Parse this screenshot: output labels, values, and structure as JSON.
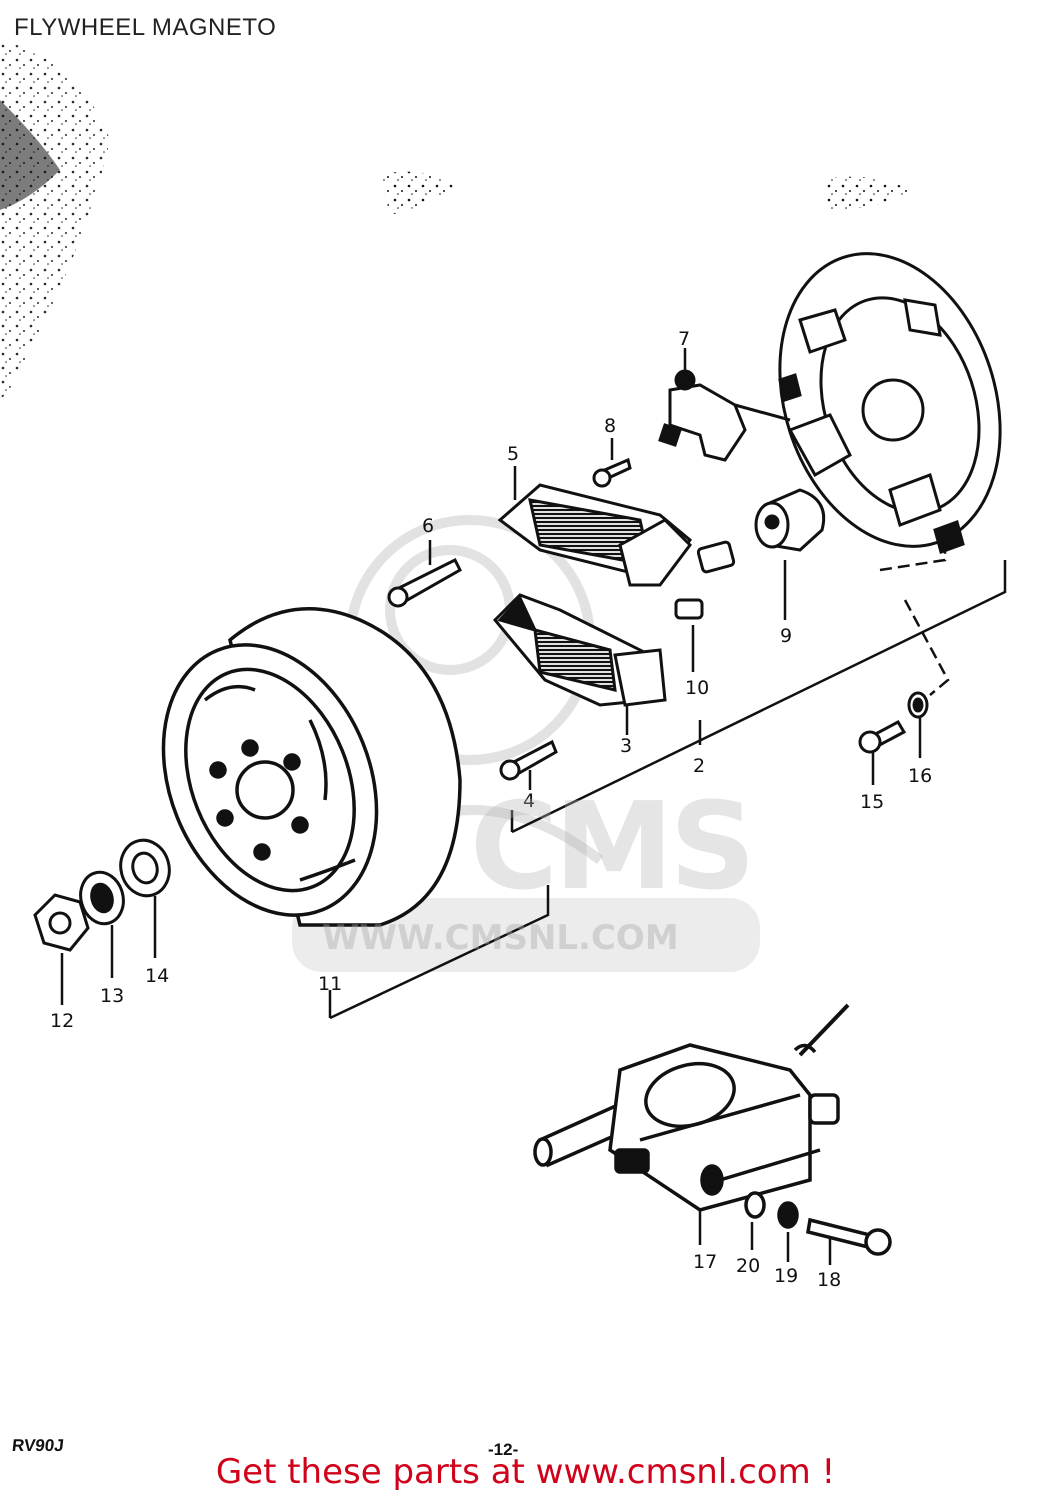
{
  "title": "FLYWHEEL MAGNETO",
  "model_code": "RV90J",
  "page_number": "-12-",
  "cta_text": "Get these parts at www.cmsnl.com !",
  "watermark": {
    "logo": "CMS",
    "url": "WWW.CMSNL.COM"
  },
  "part_labels": {
    "p2": "2",
    "p3": "3",
    "p4": "4",
    "p5": "5",
    "p6": "6",
    "p7": "7",
    "p8": "8",
    "p9": "9",
    "p10": "10",
    "p11": "11",
    "p12": "12",
    "p13": "13",
    "p14": "14",
    "p15": "15",
    "p16": "16",
    "p17": "17",
    "p18": "18",
    "p19": "19",
    "p20": "20"
  },
  "colors": {
    "ink": "#111111",
    "cta": "#d0021b",
    "watermark": "#b4b4b4"
  }
}
